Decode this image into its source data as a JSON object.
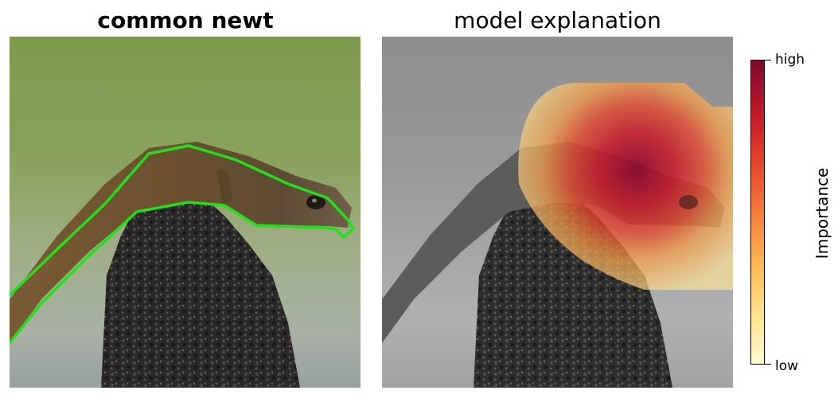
{
  "left_panel": {
    "title": "common newt"
  },
  "right_panel": {
    "title": "model explanation"
  },
  "colorbar": {
    "high_label": "high",
    "low_label": "low",
    "axis_label": "Importance",
    "colors": [
      "#fffbd0",
      "#fde18c",
      "#fdb553",
      "#f57c3a",
      "#e3442b",
      "#c0172a",
      "#7c0a2e"
    ]
  },
  "outline_color": "#22e01a"
}
